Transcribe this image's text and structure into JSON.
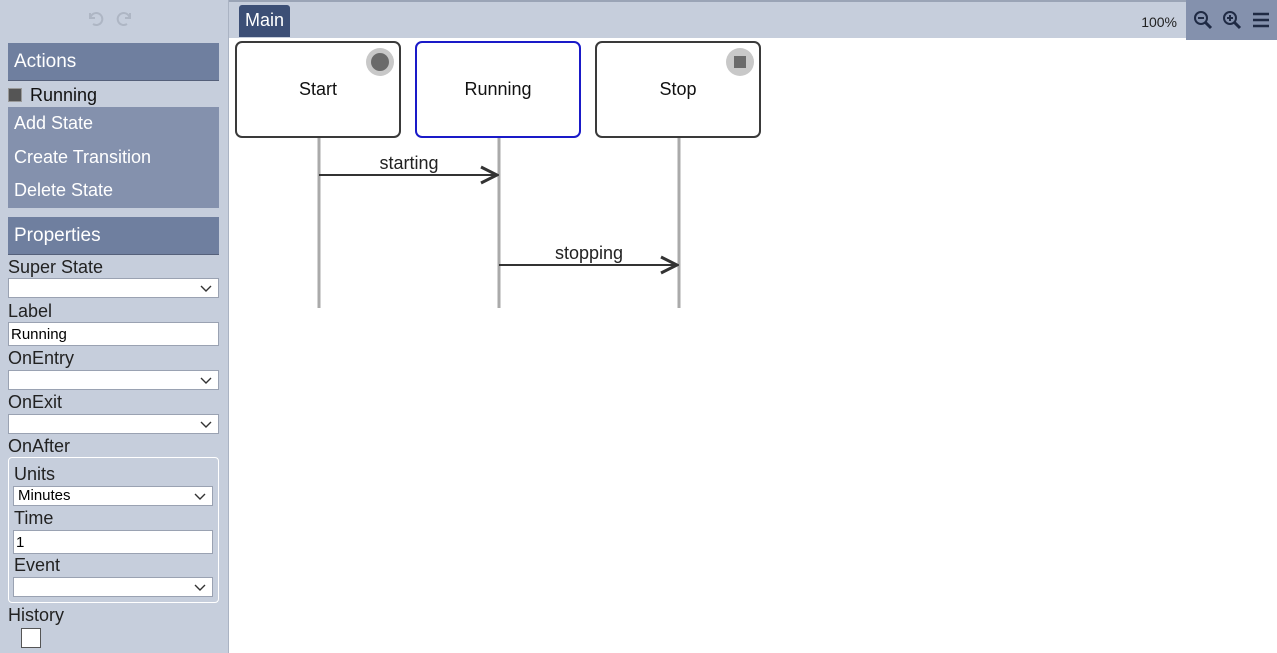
{
  "toolbar": {
    "undo_icon": "undo-icon",
    "redo_icon": "redo-icon"
  },
  "sidebar": {
    "actions_header": "Actions",
    "current_state": "Running",
    "actions": [
      "Add State",
      "Create Transition",
      "Delete State"
    ],
    "properties_header": "Properties",
    "fields": {
      "super_state": {
        "label": "Super State",
        "value": ""
      },
      "label": {
        "label": "Label",
        "value": "Running"
      },
      "on_entry": {
        "label": "OnEntry",
        "value": ""
      },
      "on_exit": {
        "label": "OnExit",
        "value": ""
      },
      "on_after": {
        "label": "OnAfter",
        "units_label": "Units",
        "units_value": "Minutes",
        "time_label": "Time",
        "time_value": "1",
        "event_label": "Event",
        "event_value": ""
      },
      "history": {
        "label": "History",
        "checked": false
      }
    }
  },
  "header": {
    "tab": "Main",
    "zoom": "100%",
    "icons": [
      "zoom-out-icon",
      "zoom-in-icon",
      "menu-icon"
    ]
  },
  "diagram": {
    "states": [
      {
        "label": "Start",
        "icon": "start-circle-icon",
        "selected": false
      },
      {
        "label": "Running",
        "icon": "",
        "selected": true
      },
      {
        "label": "Stop",
        "icon": "stop-square-icon",
        "selected": false
      }
    ],
    "transitions": [
      {
        "label": "starting",
        "from": "Start",
        "to": "Running"
      },
      {
        "label": "stopping",
        "from": "Running",
        "to": "Stop"
      }
    ]
  }
}
